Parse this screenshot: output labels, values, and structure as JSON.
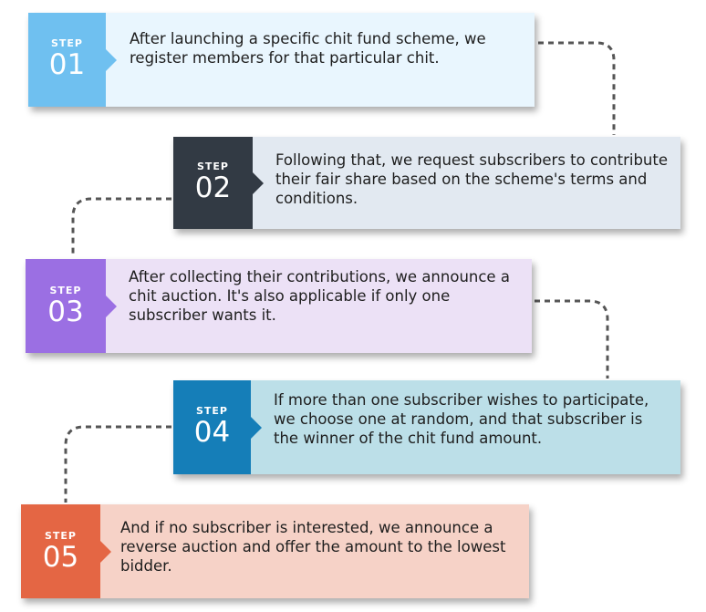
{
  "steps": [
    {
      "label": "STEP",
      "number": "01",
      "text": "After launching a specific chit fund scheme, we register members for that particular chit.",
      "color": "#6fc0f0",
      "background": "#e9f6fe"
    },
    {
      "label": "STEP",
      "number": "02",
      "text": "Following that, we request subscribers to contribute their fair share based on the scheme's terms and conditions.",
      "color": "#323a44",
      "background": "#e2e9f1"
    },
    {
      "label": "STEP",
      "number": "03",
      "text": "After collecting their contributions, we announce a chit auction. It's also applicable if only one subscriber wants it.",
      "color": "#9b6fe3",
      "background": "#ece1f6"
    },
    {
      "label": "STEP",
      "number": "04",
      "text": "If more than one subscriber wishes to participate, we choose one at random, and that subscriber is the winner of the chit fund amount.",
      "color": "#157eb8",
      "background": "#bcdfe8"
    },
    {
      "label": "STEP",
      "number": "05",
      "text": "And if no subscriber is interested, we announce a reverse auction and offer the amount to the lowest bidder.",
      "color": "#e46644",
      "background": "#f6d2c7"
    }
  ],
  "connector_color": "#555555"
}
